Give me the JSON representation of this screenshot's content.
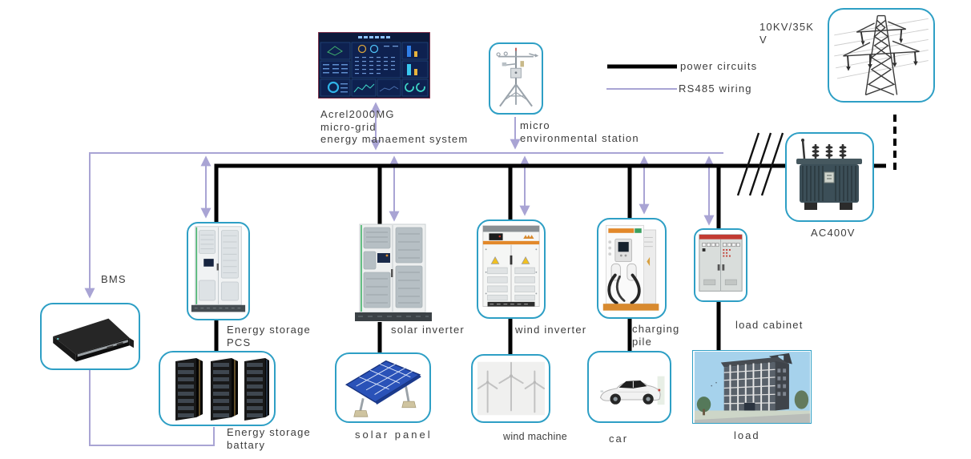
{
  "colors": {
    "box_border": "#2e9fc5",
    "rs485_line": "#a9a4d4",
    "power_line": "#000000",
    "label_text": "#3c3c3c"
  },
  "legend": {
    "power_label": "power circuits",
    "rs485_label": "RS485 wiring"
  },
  "ems": {
    "line1": "Acrel2000MG",
    "line2": "micro-grid",
    "line3": "energy manaement system"
  },
  "weather_station": {
    "line1": "micro",
    "line2": "environmental station"
  },
  "utility": {
    "voltage_line1": "10KV/35K",
    "voltage_line2": "V"
  },
  "transformer": {
    "label": "AC400V"
  },
  "bms": {
    "label": "BMS"
  },
  "pcs": {
    "line1": "Energy storage",
    "line2": "PCS"
  },
  "battery": {
    "line1": "Energy storage",
    "line2": "battary"
  },
  "solar_inverter": {
    "label": "solar inverter"
  },
  "solar_panel": {
    "label": "solar panel"
  },
  "wind_inverter": {
    "label": "wind inverter"
  },
  "wind_machine": {
    "label": "wind machine"
  },
  "charging_pile": {
    "line1": "charging",
    "line2": "pile"
  },
  "car": {
    "label": "car"
  },
  "load_cabinet": {
    "label": "load cabinet"
  },
  "load": {
    "label": "load"
  }
}
